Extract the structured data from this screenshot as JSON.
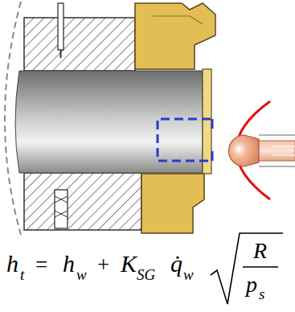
{
  "diagram": {
    "labels": [
      "h",
      "t",
      "=",
      "h",
      "w",
      "+",
      "K",
      "SG",
      "q̇",
      "w",
      "R",
      "p",
      "s"
    ]
  }
}
